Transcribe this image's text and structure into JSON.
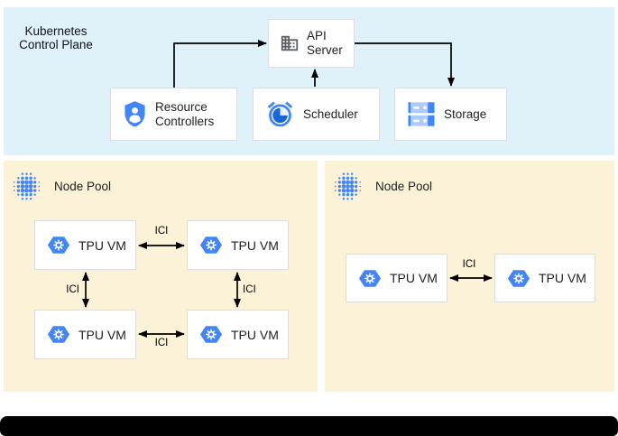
{
  "colors": {
    "panel_blue": "#DFF2FA",
    "panel_cream": "#FBF2D7",
    "accent_blue": "#4285F4",
    "dark_blue": "#1967D2",
    "light_blue": "#AECBFA",
    "icon_gray": "#5F6368",
    "card_border": "#DBDDE0",
    "bottom_bar": "#000000"
  },
  "control_plane": {
    "title": "Kubernetes Control Plane",
    "nodes": [
      {
        "label": "API Server"
      },
      {
        "label": "Resource Controllers"
      },
      {
        "label": "Scheduler"
      },
      {
        "label": "Storage"
      }
    ]
  },
  "node_pools": [
    {
      "label": "Node Pool",
      "tpu_vms": [
        "TPU VM",
        "TPU VM",
        "TPU VM",
        "TPU VM"
      ]
    },
    {
      "label": "Node Pool",
      "tpu_vms": [
        "TPU VM",
        "TPU VM"
      ]
    }
  ],
  "links": {
    "interconnect_label": "ICI"
  }
}
